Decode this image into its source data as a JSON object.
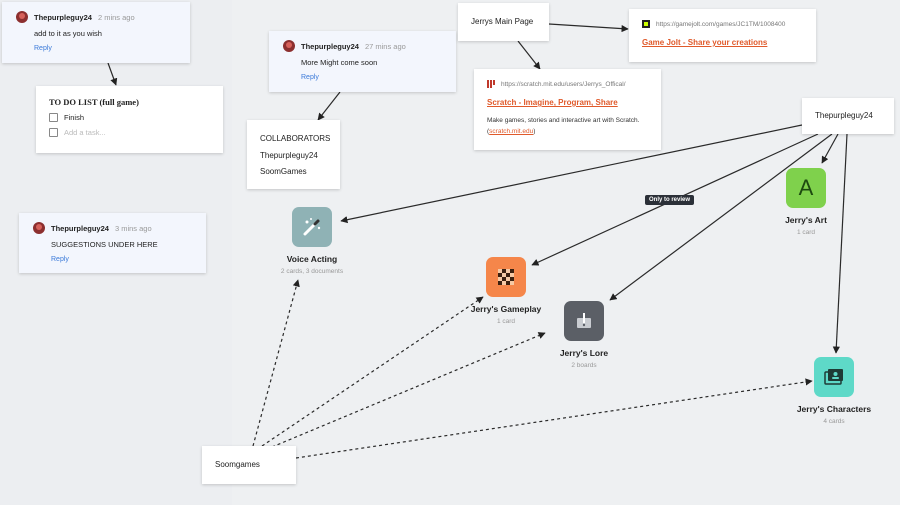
{
  "comments": [
    {
      "author": "Thepurpleguy24",
      "time": "2 mins ago",
      "text": "add to it as you wish",
      "reply": "Reply"
    },
    {
      "author": "Thepurpleguy24",
      "time": "27 mins ago",
      "text": "More Might come soon",
      "reply": "Reply"
    },
    {
      "author": "Thepurpleguy24",
      "time": "3 mins ago",
      "text": "SUGGESTIONS UNDER HERE",
      "reply": "Reply"
    }
  ],
  "todo": {
    "title": "TO DO LIST (full game)",
    "items": [
      "Finish"
    ],
    "placeholder": "Add a task..."
  },
  "collaborators": {
    "heading": "COLLABORATORS",
    "names": [
      "Thepurpleguy24",
      "SoomGames"
    ]
  },
  "notes": {
    "main_page": "Jerrys Main Page",
    "user": "Thepurpleguy24",
    "soomgames": "Soomgames"
  },
  "gamejolt": {
    "url": "https://gamejolt.com/games/JC1TM/1008400",
    "title": "Game Jolt - Share your creations"
  },
  "scratch": {
    "url": "https://scratch.mit.edu/users/Jerrys_Offical/",
    "title": "Scratch - Imagine, Program, Share",
    "desc": "Make games, stories and interactive art with Scratch. (",
    "desc_link": "scratch.mit.edu",
    "desc_end": ")"
  },
  "badge": "Only to review",
  "nodes": {
    "voice": {
      "label": "Voice Acting",
      "sub": "2 cards, 3 documents",
      "color": "#8fb2b5",
      "icon": "magic-wand-icon"
    },
    "art": {
      "label": "Jerry's Art",
      "sub": "1 card",
      "color": "#7fd14c",
      "letter": "A",
      "icon": "letter-a-icon"
    },
    "gameplay": {
      "label": "Jerry's Gameplay",
      "sub": "1 card",
      "color": "#f5864a",
      "icon": "checkered-flag-icon"
    },
    "lore": {
      "label": "Jerry's Lore",
      "sub": "2 boards",
      "color": "#5b5f66",
      "icon": "exclamation-icon"
    },
    "characters": {
      "label": "Jerry's Characters",
      "sub": "4 cards",
      "color": "#5ed9c8",
      "icon": "id-card-icon"
    }
  }
}
